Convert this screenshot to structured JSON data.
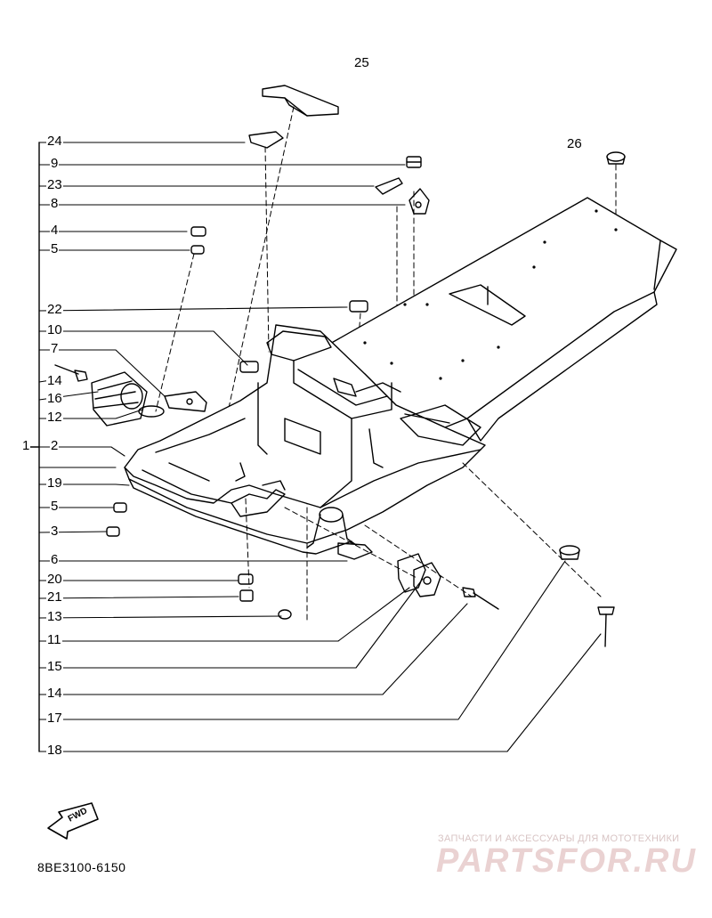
{
  "diagram": {
    "diagram_code": "8BE3100-6150",
    "fwd_label": "FWD",
    "watermark": {
      "subtitle": "ЗАПЧАСТИ И АКСЕССУАРЫ ДЛЯ МОТОТЕХНИКИ",
      "brand": "PARTSFOR.RU"
    },
    "left_column_labels": [
      {
        "key": "24",
        "text": "24"
      },
      {
        "key": "9",
        "text": "9"
      },
      {
        "key": "23",
        "text": "23"
      },
      {
        "key": "8",
        "text": "8"
      },
      {
        "key": "4",
        "text": "4"
      },
      {
        "key": "5a",
        "text": "5"
      },
      {
        "key": "22",
        "text": "22"
      },
      {
        "key": "10",
        "text": "10"
      },
      {
        "key": "7",
        "text": "7"
      },
      {
        "key": "14a",
        "text": "14"
      },
      {
        "key": "16",
        "text": "16"
      },
      {
        "key": "12",
        "text": "12"
      },
      {
        "key": "2",
        "text": "2"
      },
      {
        "key": "19",
        "text": "19"
      },
      {
        "key": "5b",
        "text": "5"
      },
      {
        "key": "3",
        "text": "3"
      },
      {
        "key": "6",
        "text": "6"
      },
      {
        "key": "20",
        "text": "20"
      },
      {
        "key": "21",
        "text": "21"
      },
      {
        "key": "13",
        "text": "13"
      },
      {
        "key": "11",
        "text": "11"
      },
      {
        "key": "15",
        "text": "15"
      },
      {
        "key": "14b",
        "text": "14"
      },
      {
        "key": "17",
        "text": "17"
      },
      {
        "key": "18",
        "text": "18"
      }
    ],
    "assembly_label": "1",
    "top_labels": {
      "p25": "25",
      "p26": "26"
    }
  }
}
